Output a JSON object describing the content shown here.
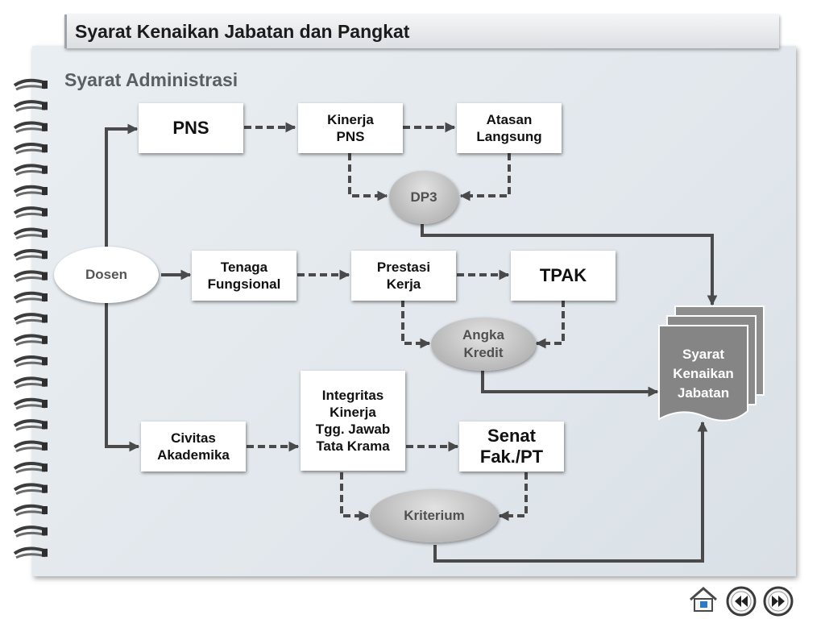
{
  "title": "Syarat Kenaikan Jabatan dan Pangkat",
  "subtitle": "Syarat Administrasi",
  "nodes": {
    "pns": "PNS",
    "kinerja_pns": "Kinerja\nPNS",
    "atasan_langsung": "Atasan\nLangsung",
    "dp3": "DP3",
    "dosen": "Dosen",
    "tenaga_fungsional": "Tenaga\nFungsional",
    "prestasi_kerja": "Prestasi\nKerja",
    "tpak": "TPAK",
    "angka_kredit": "Angka\nKredit",
    "civitas_akademika": "Civitas\nAkademika",
    "integritas": "Integritas\nKinerja\nTgg. Jawab\nTata Krama",
    "senat": "Senat\nFak./PT",
    "kriterium": "Kriterium",
    "syarat_kenaikan_jabatan": "Syarat\nKenaikan\nJabatan"
  },
  "nav": {
    "icons": [
      "home-icon",
      "rewind-icon",
      "fast-forward-icon"
    ]
  }
}
